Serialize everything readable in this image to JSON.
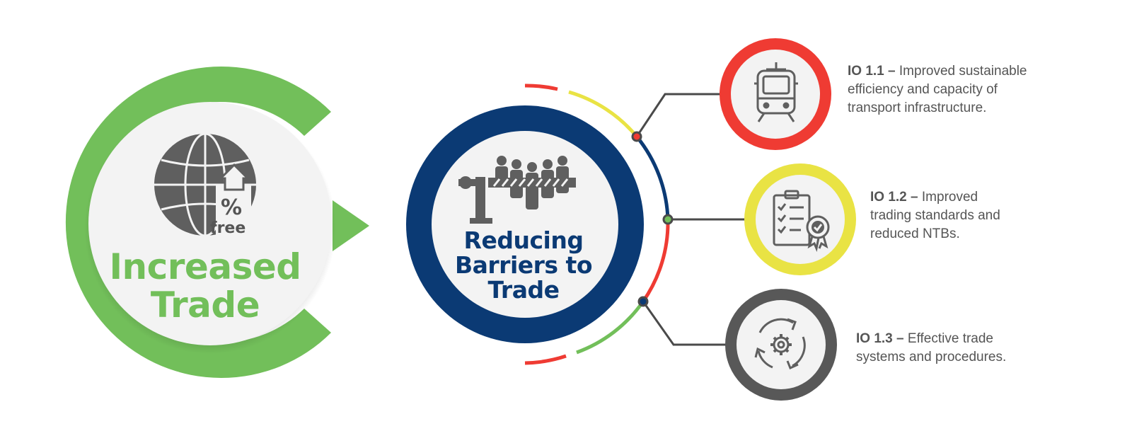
{
  "goal": {
    "title_line1": "Increased",
    "title_line2": "Trade",
    "icon": "globe-percent-up-icon",
    "icon_percent": "%",
    "icon_caption": "free",
    "color": "#72bf5a"
  },
  "center": {
    "title_line1": "Reducing",
    "title_line2": "Barriers to",
    "title_line3": "Trade",
    "icon": "barrier-crowd-icon",
    "color": "#0b3a74"
  },
  "outcomes": [
    {
      "code": "IO 1.1 –",
      "text": "Improved sustainable efficiency and capacity of transport infrastructure.",
      "line1": "Improved sustainable",
      "line2": "efficiency and capacity of",
      "line3": "transport infrastructure.",
      "icon": "train-icon",
      "color": "#ef3b33"
    },
    {
      "code": "IO 1.2 –",
      "text": "Improved trading standards and reduced NTBs.",
      "line1": "Improved",
      "line2": "trading standards and",
      "line3": "reduced NTBs.",
      "icon": "certificate-checklist-icon",
      "color": "#e9e344"
    },
    {
      "code": "IO 1.3 –",
      "text": "Effective trade systems and procedures.",
      "line1": "Effective trade",
      "line2": "systems and procedures.",
      "line3": "",
      "icon": "gear-cycle-icon",
      "color": "#585858"
    }
  ]
}
